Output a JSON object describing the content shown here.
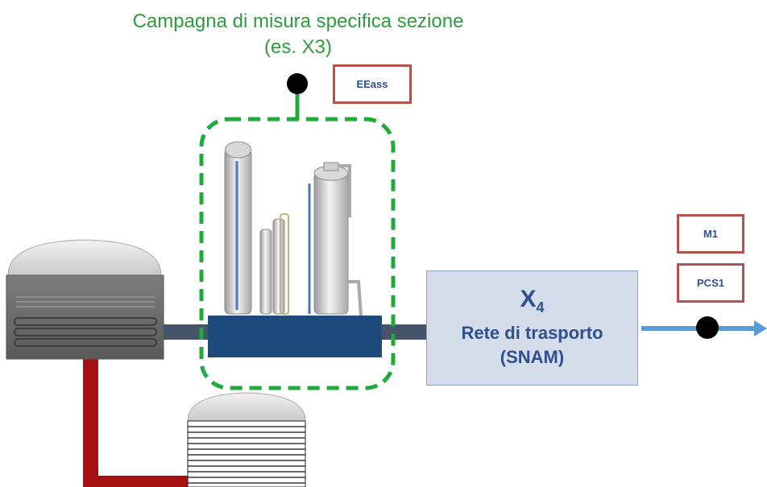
{
  "title": {
    "line1": "Campagna di misura specifica sezione",
    "line2": "(es. X3)"
  },
  "tags": {
    "eeass": "EEass",
    "m1": "M1",
    "pcs1": "PCS1"
  },
  "transport_box": {
    "label_main": "X",
    "label_sub": "4",
    "line1": "Rete di trasporto",
    "line2": "(SNAM)"
  },
  "colors": {
    "title_green": "#2e9b3c",
    "dash_green": "#1faa3a",
    "tag_border": "#b5514f",
    "tag_text": "#2f4f8f",
    "box_fill": "#d4dde9",
    "pipe_red": "#a40f0f",
    "pipe_slate": "#44546a",
    "arrow_blue": "#5b9bd5",
    "base_navy": "#1f4a7c"
  },
  "icons": {
    "digester": "digester-tank-icon",
    "storage": "storage-tank-icon",
    "upgrading": "upgrading-plant-icon",
    "measurement": "measurement-point-icon"
  }
}
